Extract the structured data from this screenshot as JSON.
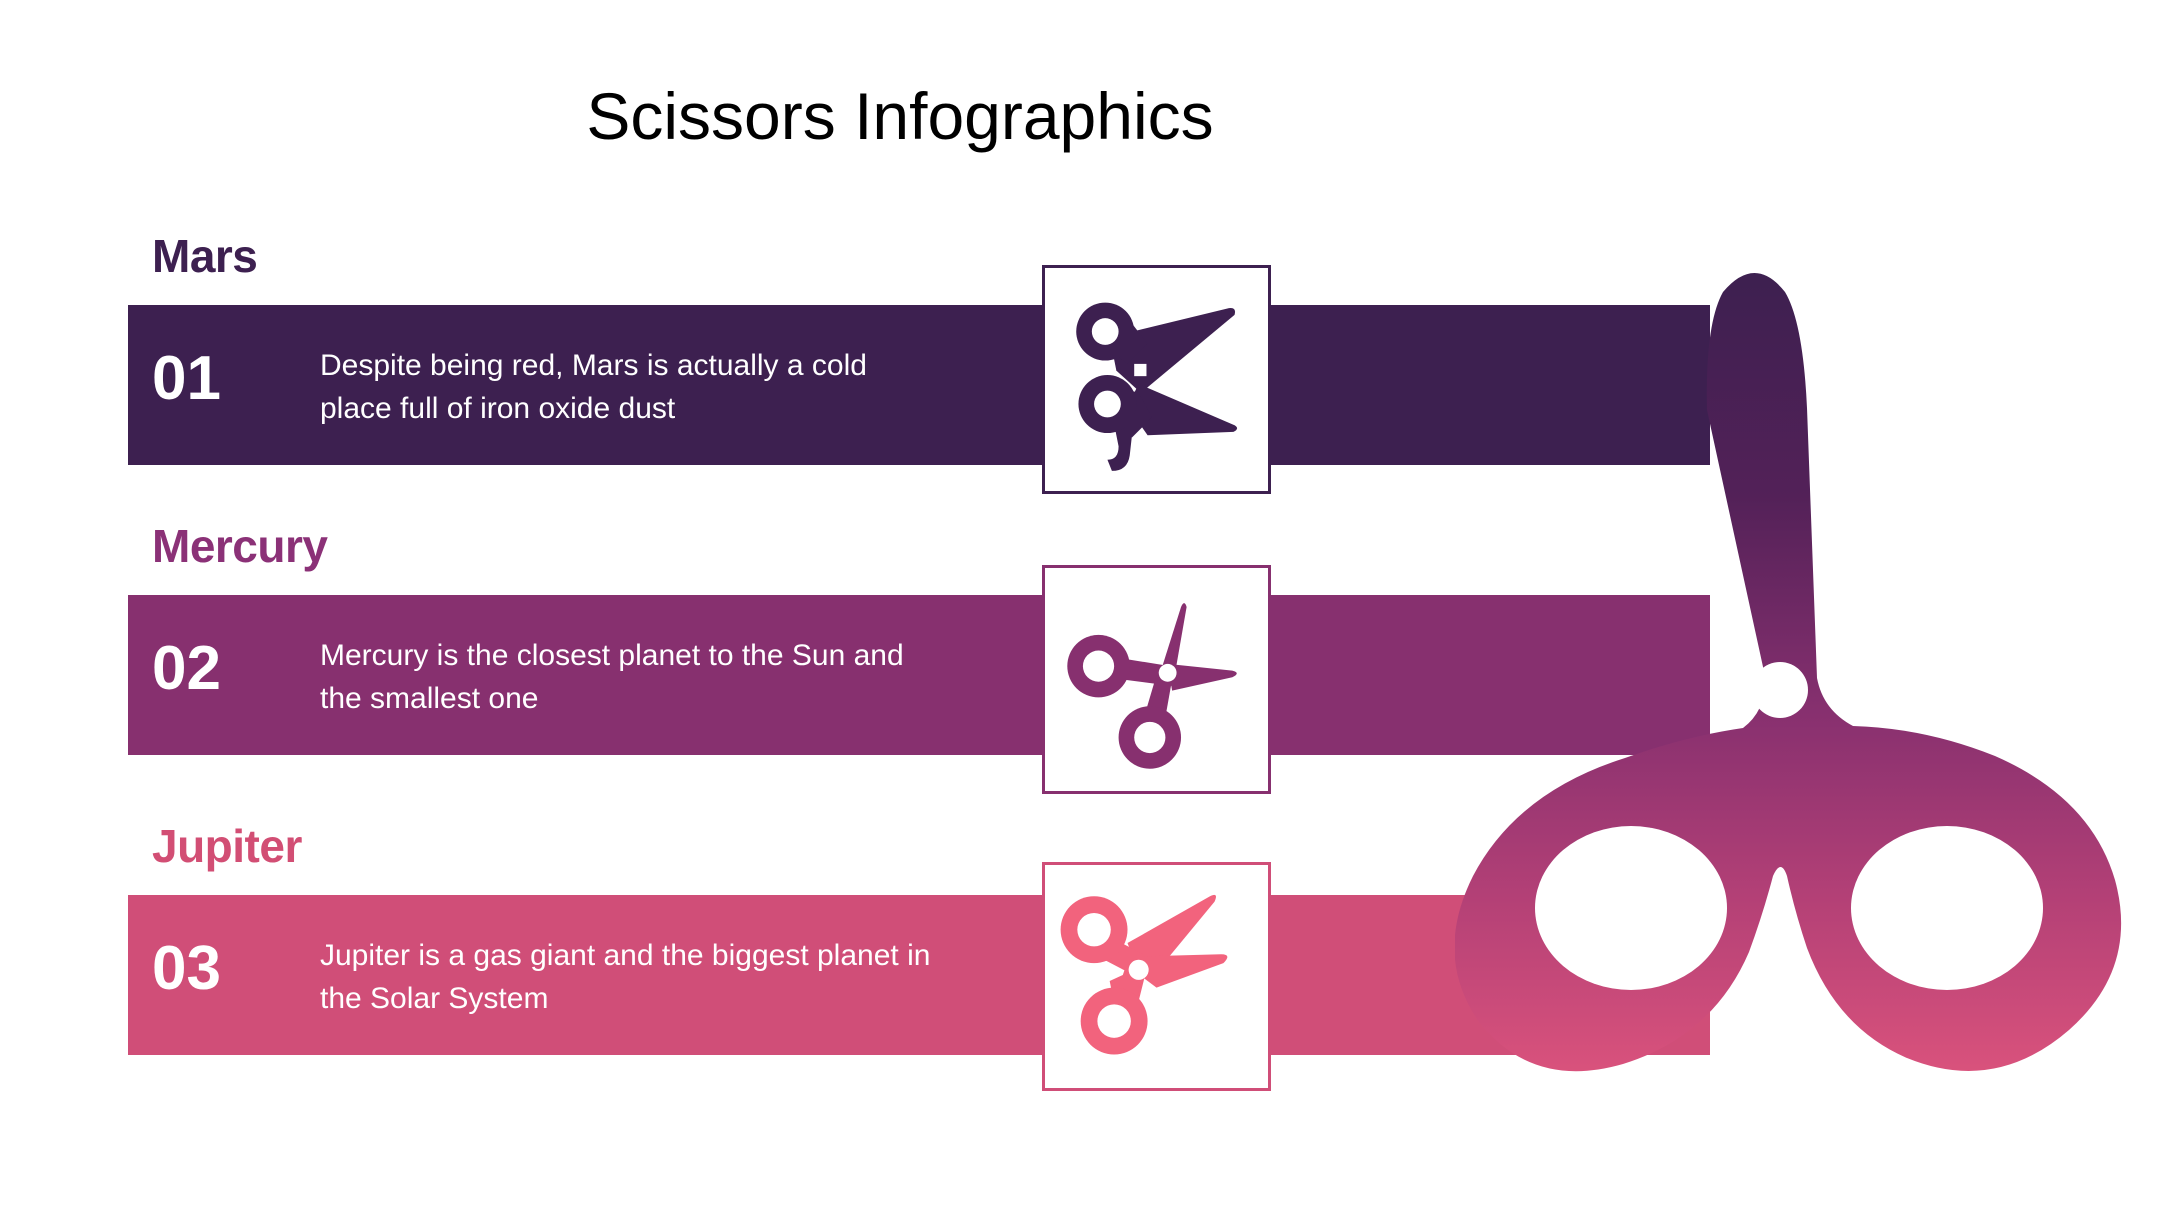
{
  "page": {
    "title": "Scissors Infographics",
    "background_color": "#ffffff"
  },
  "palette": {
    "row1": "#3D2050",
    "row2": "#87306F",
    "row3": "#D04E78",
    "icon3": "#F2637D",
    "title_text": "#000000",
    "bar_text": "#ffffff"
  },
  "rows": [
    {
      "heading": "Mars",
      "number": "01",
      "description": "Despite being red, Mars is actually a cold place full of iron oxide dust",
      "color": "#3D2050",
      "icon": "scissors-icon"
    },
    {
      "heading": "Mercury",
      "number": "02",
      "description": "Mercury is the closest planet to the Sun and the smallest one",
      "color": "#87306F",
      "icon": "scissors-icon"
    },
    {
      "heading": "Jupiter",
      "number": "03",
      "description": "Jupiter is a gas giant and the biggest planet in the Solar System",
      "color": "#D04E78",
      "icon": "scissors-icon"
    }
  ],
  "decoration": {
    "name": "large-scissors-graphic",
    "gradient_from": "#3D2050",
    "gradient_to": "#D9527C"
  }
}
